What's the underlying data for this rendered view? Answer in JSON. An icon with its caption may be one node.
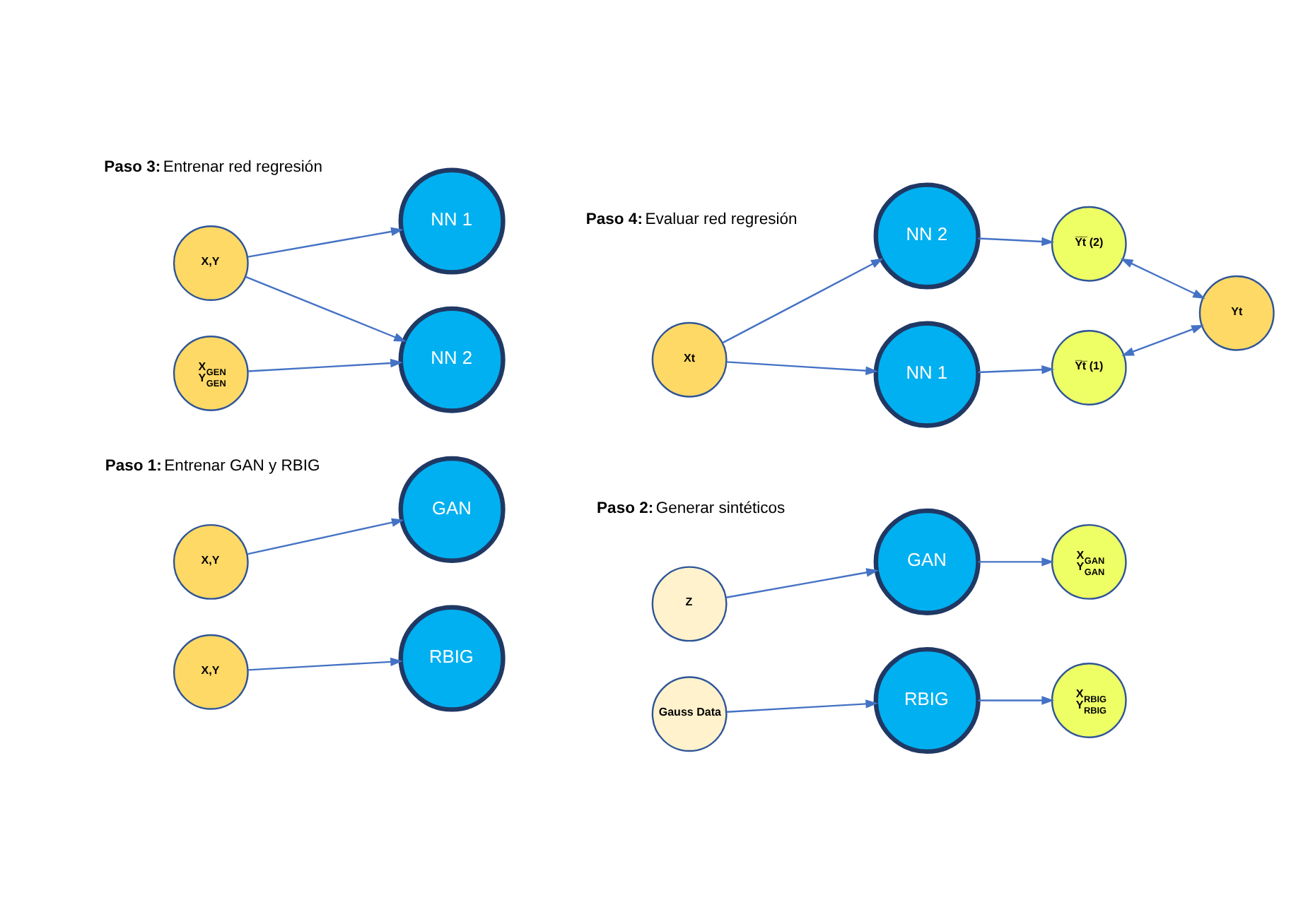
{
  "diagram": {
    "nodes": [
      {
        "text": [
          "X,Y"
        ]
      },
      {
        "text": [
          "GAN"
        ]
      },
      {
        "text": [
          "X,Y"
        ]
      },
      {
        "text": [
          "RBIG"
        ]
      },
      {
        "text": [
          "Z"
        ]
      },
      {
        "text": [
          "GAN"
        ]
      },
      {
        "text": [
          "X$_{GAN}$ Y$_{GAN}$"
        ]
      },
      {
        "text": [
          "Gauss Data"
        ]
      },
      {
        "text": [
          "RBIG"
        ]
      },
      {
        "text": [
          "X$_{RBIG}$ Y$_{RBIG}$"
        ]
      },
      {
        "text": [
          "X,Y"
        ]
      },
      {
        "text": [
          "NN 1"
        ]
      },
      {
        "text": [
          "X$_{GEN}$ Y$_{GEN}$"
        ]
      },
      {
        "text": [
          "NN 2"
        ]
      },
      {
        "text": [
          "NN 1"
        ]
      },
      {
        "text": [
          "Y̅t̅ (1)"
        ]
      },
      {
        "text": [
          "Xt"
        ]
      },
      {
        "text": [
          "NN 2"
        ]
      },
      {
        "text": [
          "Y̅t̅ (2)"
        ]
      },
      {
        "text": [
          "Yt"
        ]
      }
    ],
    "edges": [
      {
        "from": 0,
        "to": 1,
        "arrow": "to"
      },
      {
        "from": 2,
        "to": 3,
        "arrow": "to"
      },
      {
        "from": 4,
        "to": 5,
        "arrow": "to"
      },
      {
        "from": 5,
        "to": 6,
        "arrow": "to"
      },
      {
        "from": 7,
        "to": 8,
        "arrow": "to"
      },
      {
        "from": 8,
        "to": 9,
        "arrow": "to"
      },
      {
        "from": 10,
        "to": 11,
        "arrow": "to"
      },
      {
        "from": 10,
        "to": 13,
        "arrow": "to"
      },
      {
        "from": 12,
        "to": 13,
        "arrow": "to"
      },
      {
        "from": 16,
        "to": 14,
        "arrow": "to"
      },
      {
        "from": 16,
        "to": 17,
        "arrow": "to"
      },
      {
        "from": 14,
        "to": 15,
        "arrow": "to"
      },
      {
        "from": 17,
        "to": 18,
        "arrow": "to"
      },
      {
        "from": 15,
        "to": 19,
        "arrow": "both"
      },
      {
        "from": 18,
        "to": 19,
        "arrow": "both"
      }
    ],
    "labels": [
      "**Paso 1:** Entrenar GAN y RBIG",
      "**Paso 2:** Generar sintéticos",
      "**Paso 3:** Entrenar red regresión",
      "**Paso 4:** Evaluar red regresión"
    ]
  }
}
